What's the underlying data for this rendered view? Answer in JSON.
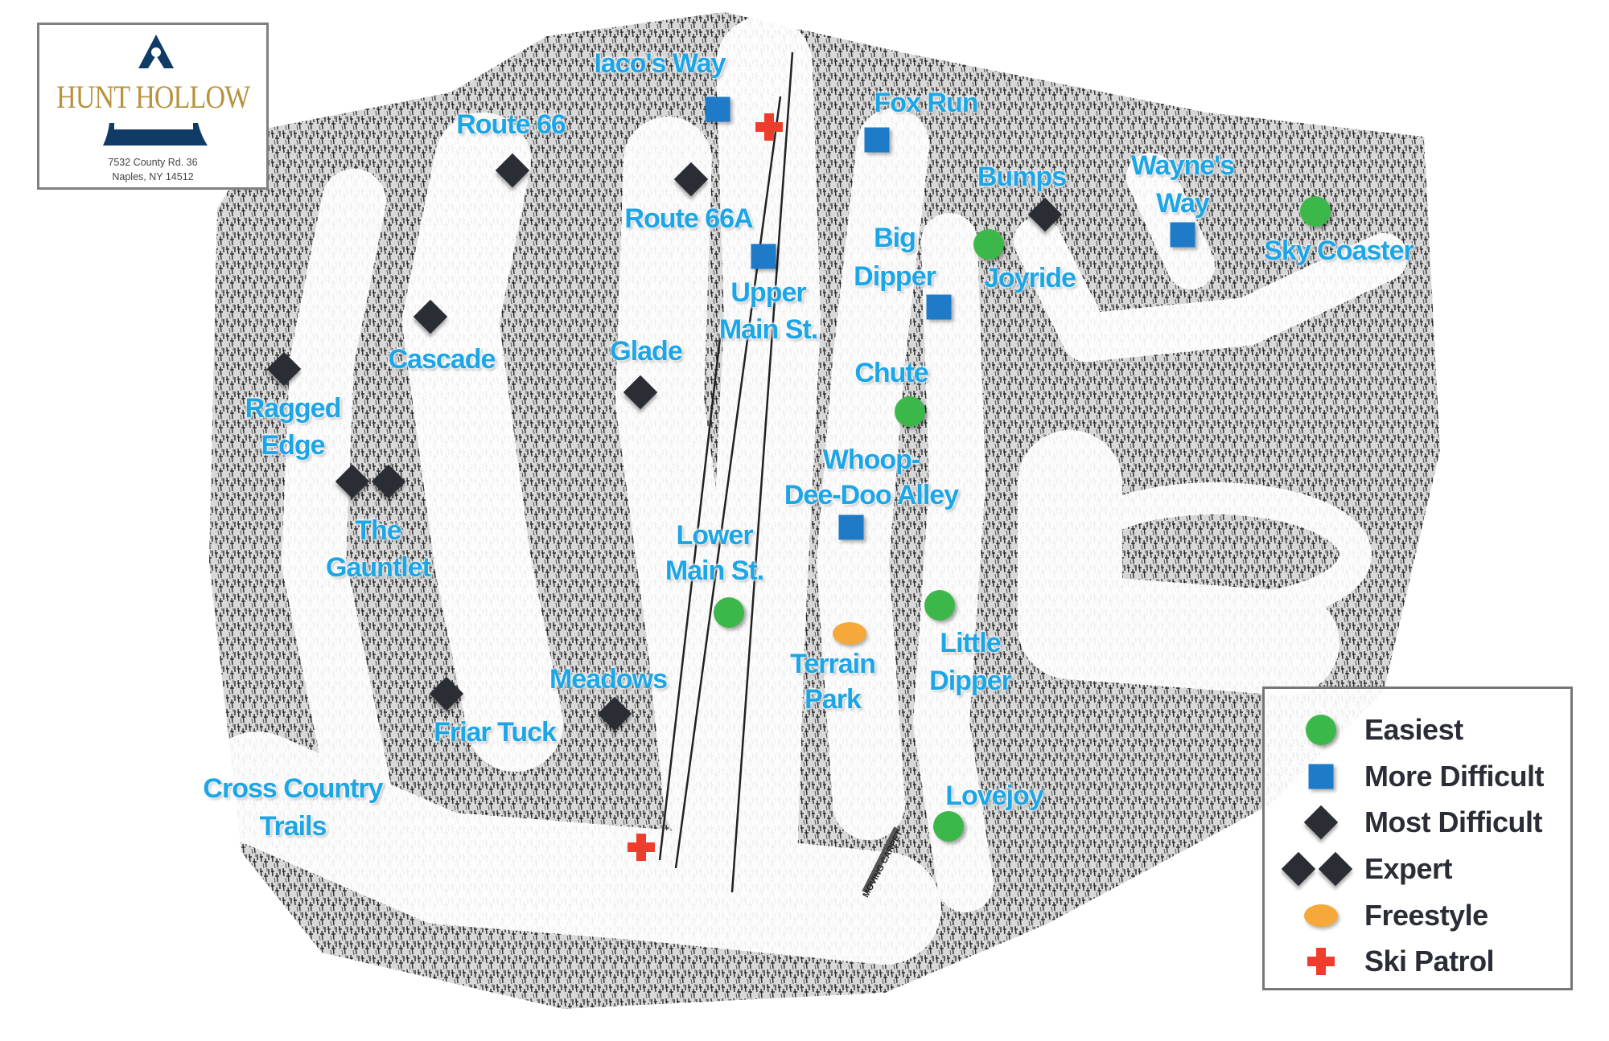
{
  "logo": {
    "name": "HUNT HOLLOW",
    "address_line1": "7532 County Rd. 36",
    "address_line2": "Naples, NY 14512",
    "colors": {
      "gold": "#b8923e",
      "navy": "#0f3b66"
    }
  },
  "trails": {
    "iacos_way": "Iaco's Way",
    "fox_run": "Fox Run",
    "route_66": "Route 66",
    "bumps": "Bumps",
    "waynes_way": [
      "Wayne's",
      "Way"
    ],
    "sky_coaster": "Sky Coaster",
    "route_66a": "Route 66A",
    "big_dipper": [
      "Big",
      "Dipper"
    ],
    "joyride": "Joyride",
    "upper_main": [
      "Upper",
      "Main St."
    ],
    "cascade": "Cascade",
    "glade": "Glade",
    "chute": "Chute",
    "ragged_edge": [
      "Ragged",
      "Edge"
    ],
    "whoop": [
      "Whoop-",
      "Dee-Doo Alley"
    ],
    "gauntlet": [
      "The",
      "Gauntlet"
    ],
    "lower_main": [
      "Lower",
      "Main St."
    ],
    "little_dipper": [
      "Little",
      "Dipper"
    ],
    "terrain_park": [
      "Terrain",
      "Park"
    ],
    "meadows": "Meadows",
    "friar_tuck": "Friar Tuck",
    "lovejoy": "Lovejoy",
    "cross_country": [
      "Cross Country",
      "Trails"
    ]
  },
  "moving_carpet": "MOVING CARPET",
  "legend": {
    "items": [
      {
        "label": "Easiest",
        "symbol": "green-circle",
        "color": "#3cb84a"
      },
      {
        "label": "More Difficult",
        "symbol": "blue-square",
        "color": "#1f7bc8"
      },
      {
        "label": "Most Difficult",
        "symbol": "black-diamond",
        "color": "#2b2d35"
      },
      {
        "label": "Expert",
        "symbol": "double-black-diamond",
        "color": "#2b2d35"
      },
      {
        "label": "Freestyle",
        "symbol": "orange-oval",
        "color": "#f6a93a"
      },
      {
        "label": "Ski Patrol",
        "symbol": "red-cross",
        "color": "#f03c2c"
      }
    ]
  },
  "label_color": "#1da6e6"
}
